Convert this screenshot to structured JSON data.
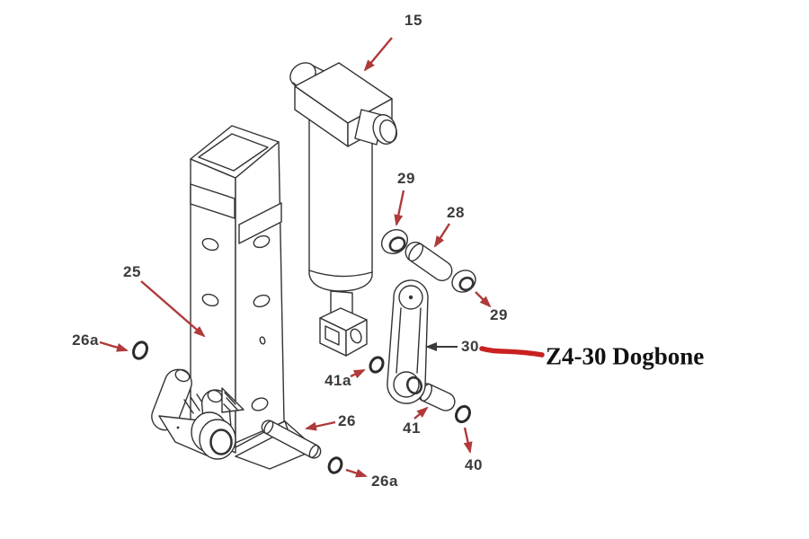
{
  "diagram": {
    "background_color": "#ffffff",
    "line_color": "#333333",
    "callout_color": "#3b3b3b",
    "arrow_color": "#b03a3a",
    "callouts": {
      "n15": "15",
      "n25": "25",
      "n26": "26",
      "n26a_left": "26a",
      "n26a_bottom": "26a",
      "n28": "28",
      "n29_top": "29",
      "n29_right": "29",
      "n30": "30",
      "n40": "40",
      "n41": "41",
      "n41a": "41a"
    },
    "annotation": {
      "text": "Z4-30 Dogbone",
      "text_color": "#111111",
      "arrow_color": "#c92121"
    }
  }
}
